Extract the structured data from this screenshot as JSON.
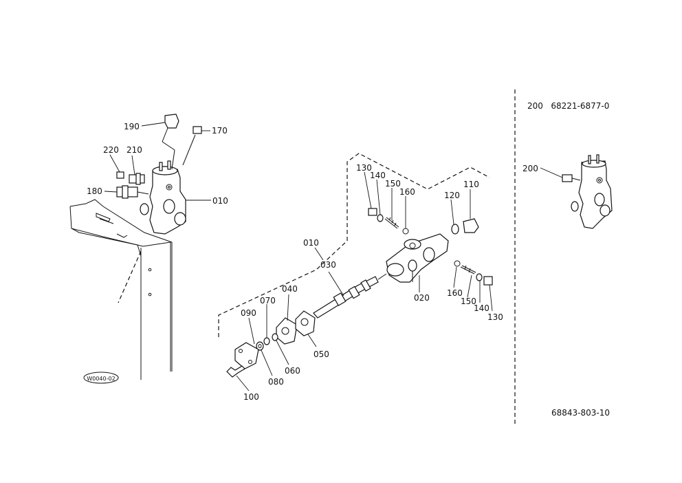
{
  "callouts": {
    "c190": "190",
    "c170": "170",
    "c220": "220",
    "c210": "210",
    "c180": "180",
    "c010a": "010",
    "c010b": "010",
    "c130a": "130",
    "c140a": "140",
    "c150a": "150",
    "c160a": "160",
    "c120": "120",
    "c110": "110",
    "c030": "030",
    "c040": "040",
    "c070": "070",
    "c090": "090",
    "c050": "050",
    "c060": "060",
    "c080": "080",
    "c100": "100",
    "c020": "020",
    "c160b": "160",
    "c150b": "150",
    "c140b": "140",
    "c130b": "130",
    "c200": "200"
  },
  "notes": {
    "kit_label": "200   68221-6877-0",
    "drawing_number": "68843-803-10",
    "stamp": "W0040-02"
  }
}
